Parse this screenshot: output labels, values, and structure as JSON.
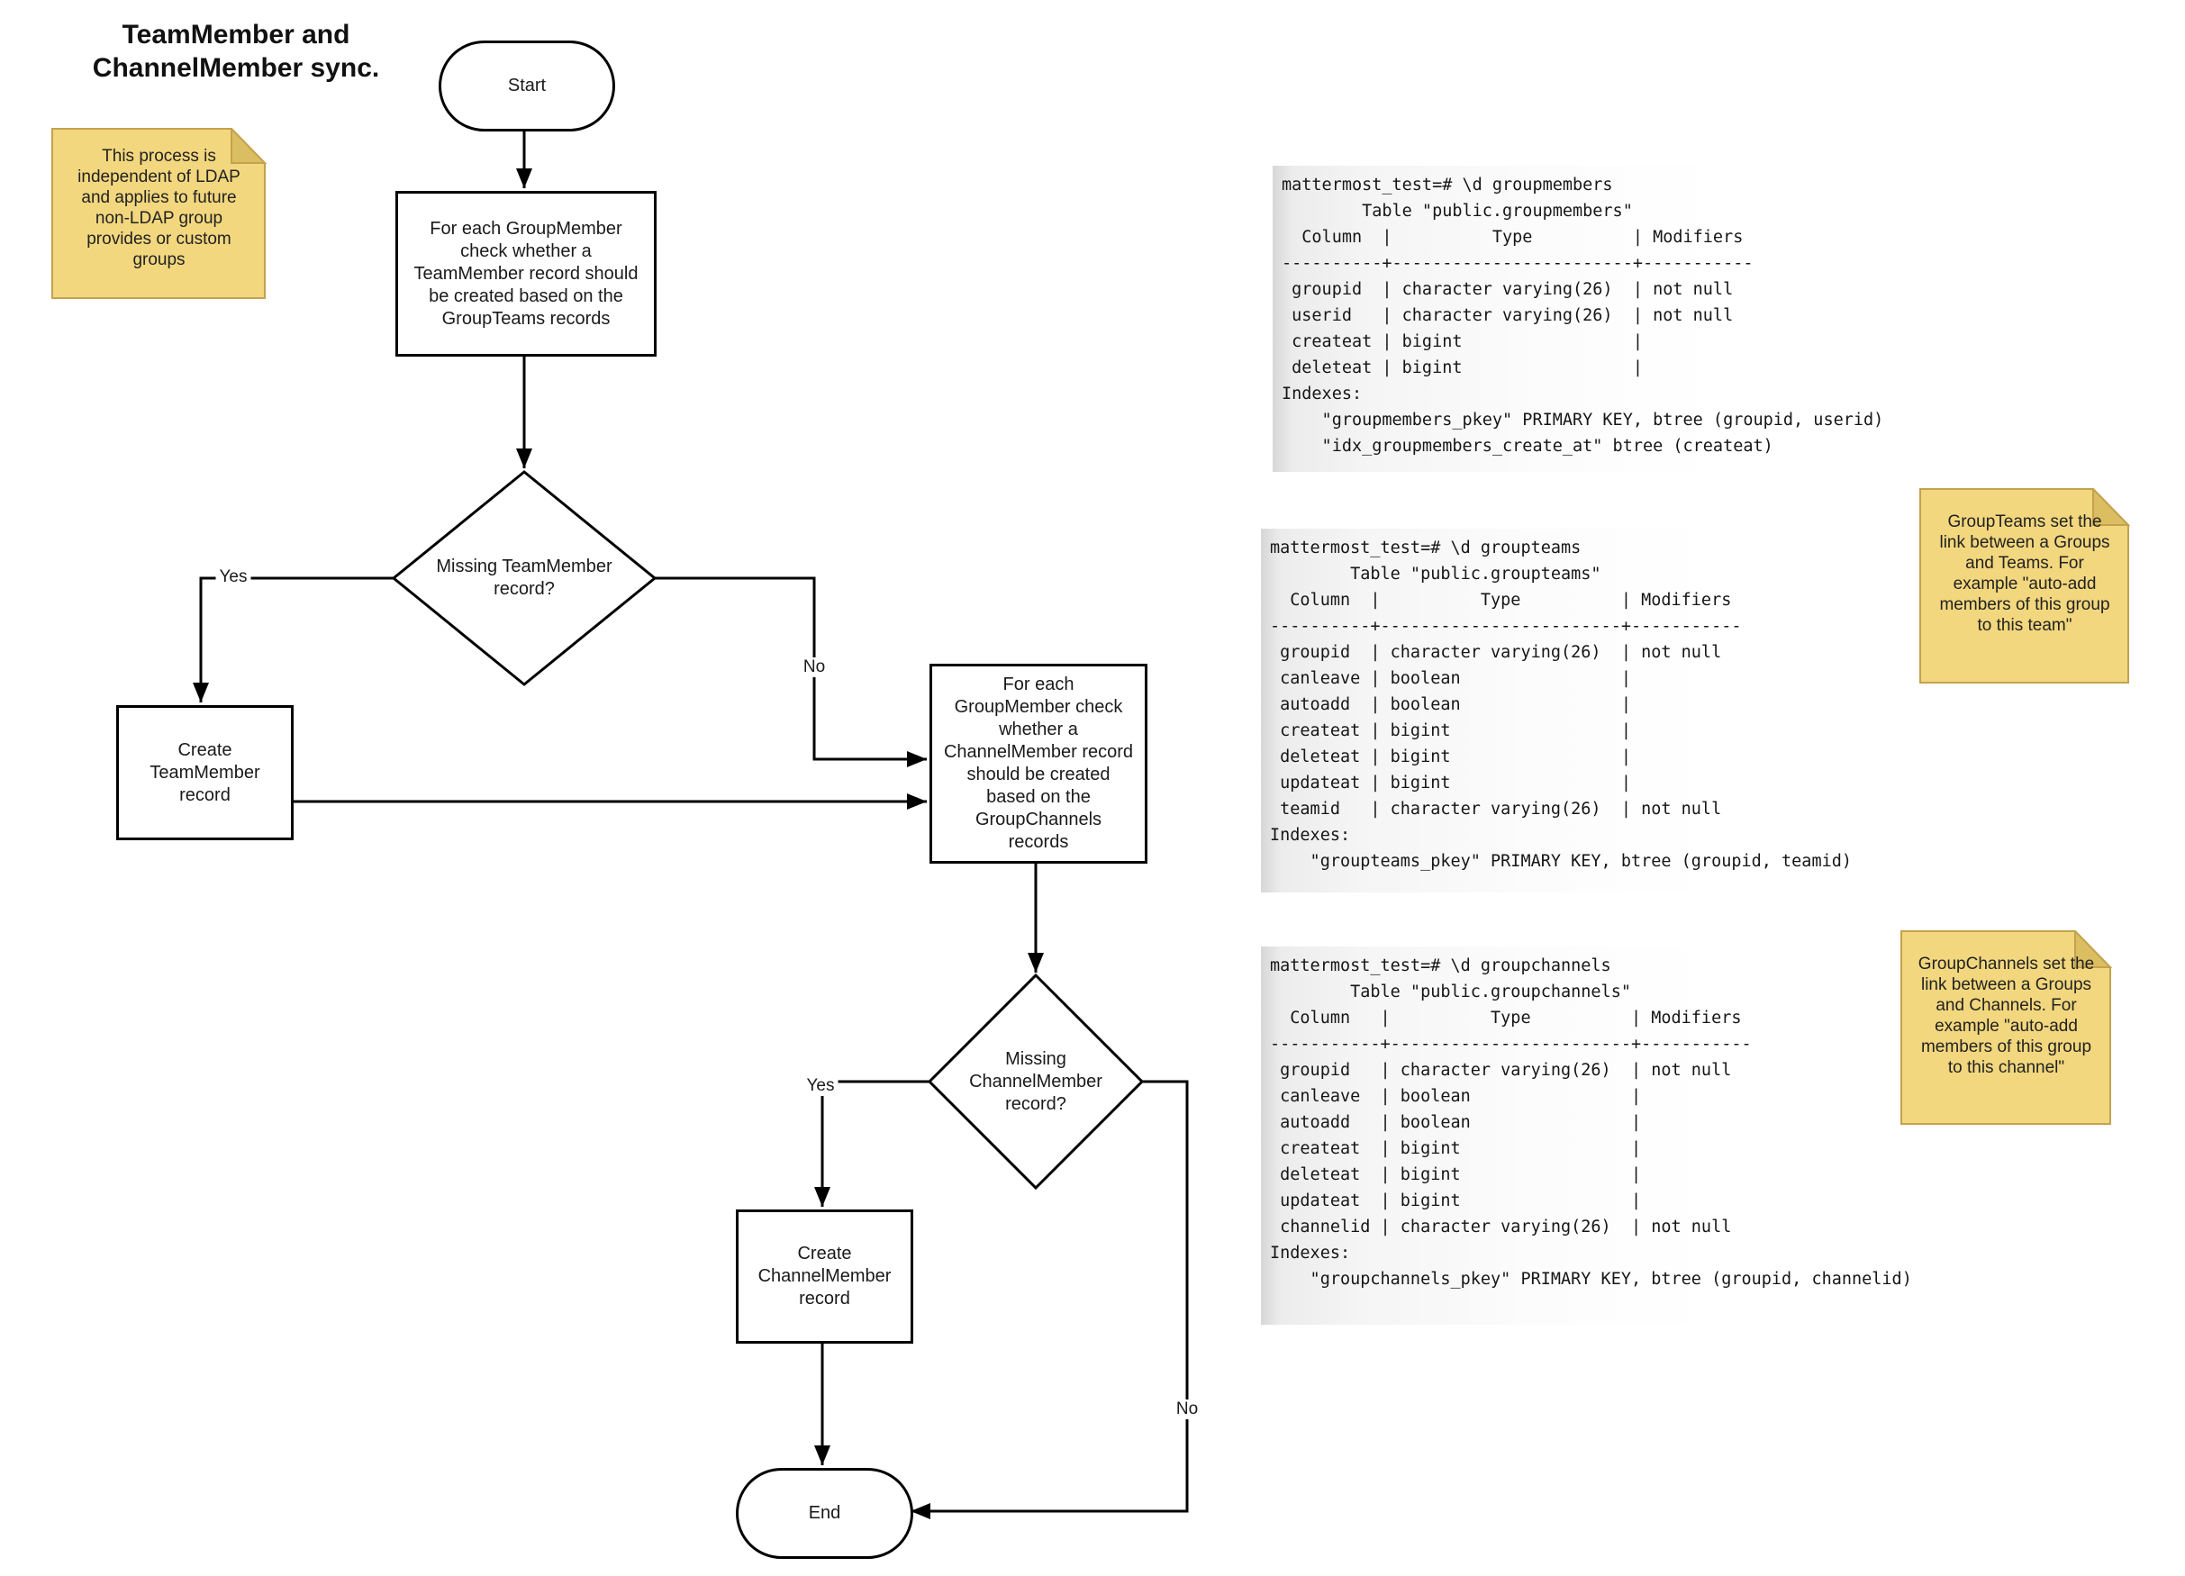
{
  "title": "TeamMember and\nChannelMember sync.",
  "notes": {
    "ldap": "This process is\nindependent of LDAP\nand applies to future\nnon-LDAP group\nprovides or custom\ngroups",
    "groupteams": "GroupTeams set the\nlink between a Groups\nand Teams. For\nexample \"auto-add\nmembers of this group\nto this team\"",
    "groupchannels": "GroupChannels set the\nlink between a Groups\nand Channels. For\nexample \"auto-add\nmembers of this group\nto this channel\""
  },
  "flowchart": {
    "start": "Start",
    "end": "End",
    "check_teammember": "For each GroupMember\ncheck whether a\nTeamMember record should\nbe created based on the\nGroupTeams records",
    "missing_teammember": "Missing TeamMember\nrecord?",
    "create_teammember": "Create\nTeamMember\nrecord",
    "check_channelmember": "For each\nGroupMember check\nwhether a\nChannelMember record\nshould be created\nbased on the\nGroupChannels\nrecords",
    "missing_channelmember": "Missing\nChannelMember\nrecord?",
    "create_channelmember": "Create\nChannelMember\nrecord",
    "labels": {
      "yes1": "Yes",
      "no1": "No",
      "yes2": "Yes",
      "no2": "No"
    }
  },
  "code_blocks": {
    "groupmembers": {
      "lines": [
        "mattermost_test=# \\d groupmembers",
        "        Table \"public.groupmembers\"",
        "  Column  |          Type          | Modifiers",
        "----------+------------------------+-----------",
        " groupid  | character varying(26)  | not null",
        " userid   | character varying(26)  | not null",
        " createat | bigint                 |",
        " deleteat | bigint                 |",
        "Indexes:",
        "    \"groupmembers_pkey\" PRIMARY KEY, btree (groupid, userid)",
        "    \"idx_groupmembers_create_at\" btree (createat)"
      ]
    },
    "groupteams": {
      "lines": [
        "mattermost_test=# \\d groupteams",
        "        Table \"public.groupteams\"",
        "  Column  |          Type          | Modifiers",
        "----------+------------------------+-----------",
        " groupid  | character varying(26)  | not null",
        " canleave | boolean                |",
        " autoadd  | boolean                |",
        " createat | bigint                 |",
        " deleteat | bigint                 |",
        " updateat | bigint                 |",
        " teamid   | character varying(26)  | not null",
        "Indexes:",
        "    \"groupteams_pkey\" PRIMARY KEY, btree (groupid, teamid)"
      ]
    },
    "groupchannels": {
      "lines": [
        "mattermost_test=# \\d groupchannels",
        "        Table \"public.groupchannels\"",
        "  Column   |          Type          | Modifiers",
        "-----------+------------------------+-----------",
        " groupid   | character varying(26)  | not null",
        " canleave  | boolean                |",
        " autoadd   | boolean                |",
        " createat  | bigint                 |",
        " deleteat  | bigint                 |",
        " updateat  | bigint                 |",
        " channelid | character varying(26)  | not null",
        "Indexes:",
        "    \"groupchannels_pkey\" PRIMARY KEY, btree (groupid, channelid)"
      ]
    }
  },
  "colors": {
    "note_fill": "#f2d77e",
    "note_fold": "#dcbe62",
    "note_border": "#c3a24e",
    "line": "#000000",
    "code_text": "#161616",
    "code_bg_edge": "#d7d7d7"
  }
}
